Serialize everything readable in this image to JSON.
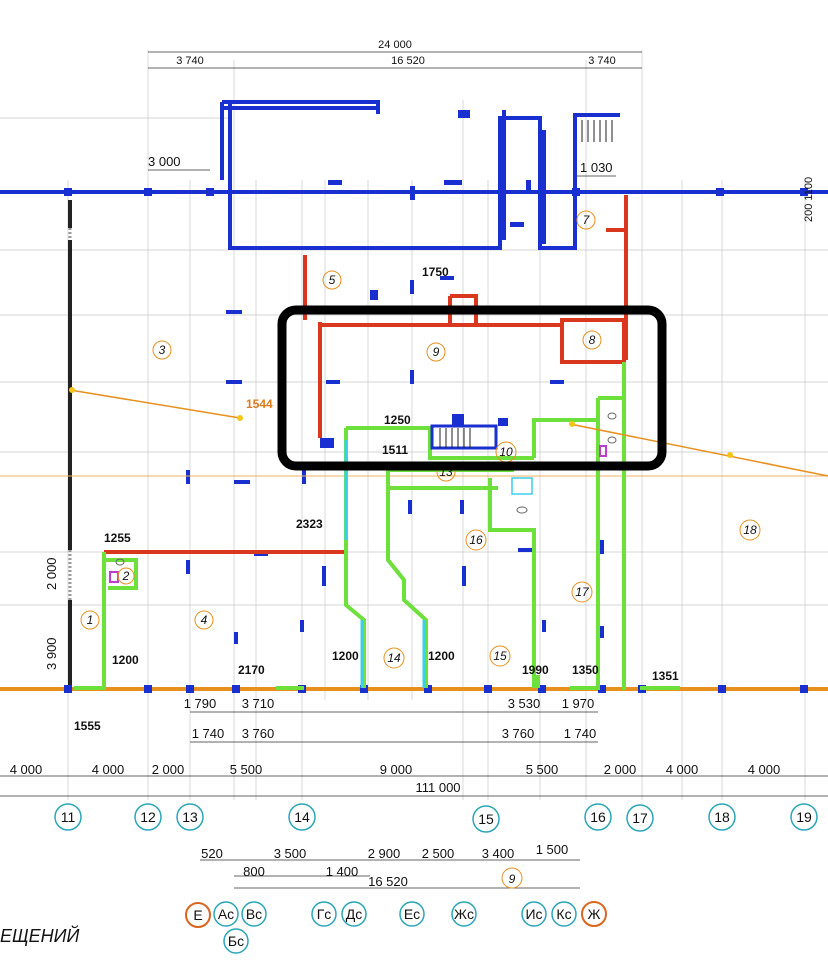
{
  "title_fragment": "ЕЩЕНИЙ",
  "colors": {
    "wall_blue": "#1a2fcf",
    "partition_red": "#d9381e",
    "partition_green": "#6ee03c",
    "cyan": "#3ad0e8",
    "orange_line": "#e8901e",
    "axis_cyan": "#2aa6b8",
    "axis_orange": "#d9661e",
    "highlight": "#000000"
  },
  "top_dims": {
    "overall": "24 000",
    "left": "3 740",
    "middle": "16 520",
    "right": "3 740"
  },
  "plan_dims": {
    "d3000": "3 000",
    "d1030": "1 030",
    "d2001100": "200 1100",
    "d1750": "1750",
    "d1544": "1544",
    "d1250": "1250",
    "d1511": "1511",
    "d2323": "2323",
    "d1255": "1255",
    "d2000v": "2 000",
    "d3900v": "3 900",
    "d1200a": "1200",
    "d1200b": "1200",
    "d1200c": "1200",
    "d1555": "1555",
    "d2170": "2170",
    "d1990": "1990",
    "d1350": "1350",
    "d1351": "1351"
  },
  "rooms": [
    "1",
    "2",
    "3",
    "4",
    "5",
    "7",
    "8",
    "9",
    "10",
    "13",
    "14",
    "15",
    "16",
    "17",
    "18"
  ],
  "bottom_dims": {
    "row1": [
      "1 790",
      "3 710",
      "3 530",
      "1 970"
    ],
    "row2": [
      "1 740",
      "3 760",
      "3 760",
      "1 740"
    ],
    "row3": [
      "4 000",
      "4 000",
      "2 000",
      "5 500",
      "9 000",
      "5 500",
      "2 000",
      "4 000",
      "4 000"
    ],
    "total": "111 000"
  },
  "axes_numeric": [
    "11",
    "12",
    "13",
    "14",
    "15",
    "16",
    "17",
    "18",
    "19"
  ],
  "sub_dims": {
    "row1": [
      "520",
      "3 500",
      "2 900",
      "2 500",
      "3 400",
      "1 500"
    ],
    "row2": [
      "800",
      "1 400"
    ],
    "total": "16 520",
    "sheet_num": "9"
  },
  "axes_letters": [
    "Е",
    "Ас",
    "Вс",
    "Гс",
    "Дс",
    "Ес",
    "Жс",
    "Ис",
    "Кс",
    "Ж",
    "Бс"
  ]
}
